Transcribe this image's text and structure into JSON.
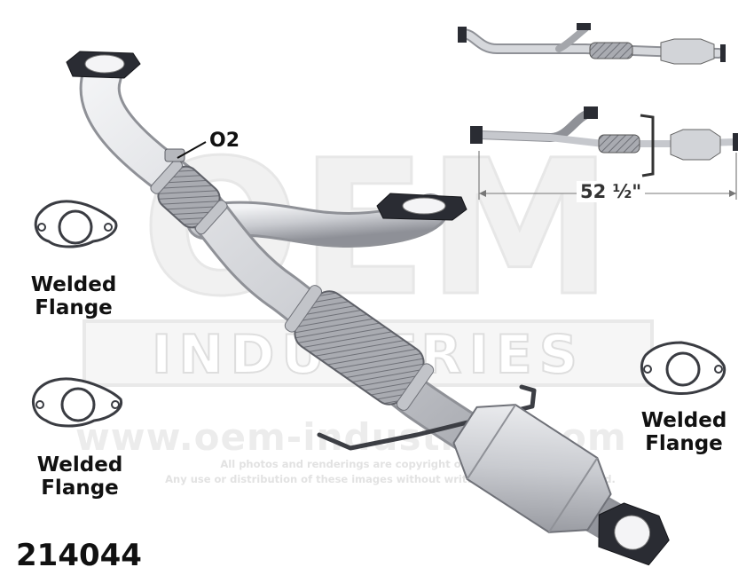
{
  "watermark": {
    "logo_top": "OEM",
    "logo_bottom": "INDUSTRIES",
    "url": "www.oem-industries.com",
    "copyright_line1": "All photos and renderings are copyright of OEM Industries.",
    "copyright_line2": "Any use or distribution of these images without written consent is prohibited."
  },
  "labels": {
    "o2": "O2",
    "flange_left_upper": [
      "Welded",
      "Flange"
    ],
    "flange_left_lower": [
      "Welded",
      "Flange"
    ],
    "flange_right": [
      "Welded",
      "Flange"
    ],
    "dimension": "52 ½\"",
    "part_number": "214044"
  },
  "colors": {
    "pipe": "#cfd1d6",
    "pipe_dark": "#9a9ca3",
    "flange": "#2a2c33",
    "watermark": "#ebebeb"
  }
}
